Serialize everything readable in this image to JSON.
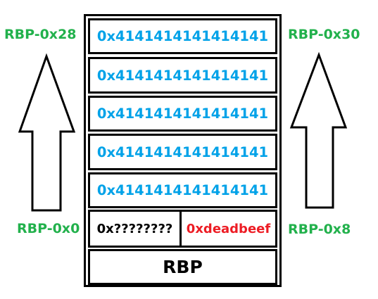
{
  "colors": {
    "label": "#22b14c",
    "hex_value": "#00a2e8",
    "unknown_value": "#000000",
    "deadbeef": "#ed1c24",
    "border": "#000000"
  },
  "labels": {
    "top_left": "RBP-0x28",
    "top_right": "RBP-0x30",
    "bottom_left": "RBP-0x0",
    "bottom_right": "RBP-0x8"
  },
  "stack": {
    "rows": [
      "0x4141414141414141",
      "0x4141414141414141",
      "0x4141414141414141",
      "0x4141414141414141",
      "0x4141414141414141"
    ],
    "split_left": "0x????????",
    "split_right": "0xdeadbeef",
    "base": "RBP"
  },
  "icons": [
    "up-arrow-icon",
    "up-arrow-icon"
  ]
}
